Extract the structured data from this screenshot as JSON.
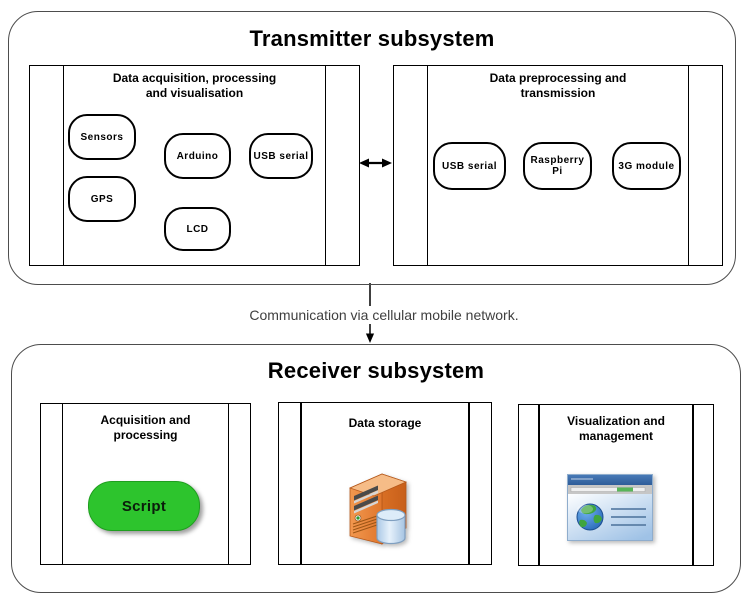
{
  "transmitter": {
    "title": "Transmitter subsystem",
    "acquisition_box": {
      "title_line1": "Data acquisition, processing",
      "title_line2": "and visualisation",
      "nodes": {
        "sensors": "Sensors",
        "gps": "GPS",
        "arduino": "Arduino",
        "usb_serial": "USB serial",
        "lcd": "LCD"
      }
    },
    "preprocessing_box": {
      "title_line1": "Data preprocessing and",
      "title_line2": "transmission",
      "nodes": {
        "usb_serial": "USB serial",
        "raspberry_pi": "Raspberry Pi",
        "module_3g": "3G module"
      }
    }
  },
  "link_label": "Communication via cellular mobile network.",
  "receiver": {
    "title": "Receiver subsystem",
    "acquisition_box": {
      "title_line1": "Acquisition and",
      "title_line2": "processing",
      "script_label": "Script"
    },
    "storage_box": {
      "title_line1": "Data storage",
      "icon": "server-database-icon"
    },
    "visualization_box": {
      "title_line1": "Visualization and",
      "title_line2": "management",
      "icon": "browser-globe-icon"
    }
  },
  "colors": {
    "script_green": "#2dc42d",
    "server_orange": "#e1762a",
    "database_blue": "#c3d9f0",
    "browser_titlebar_blue": "#3a6cab",
    "progress_green": "#58b558",
    "outer_border_gray": "#4d4d4d",
    "stroke_black": "#000000"
  }
}
